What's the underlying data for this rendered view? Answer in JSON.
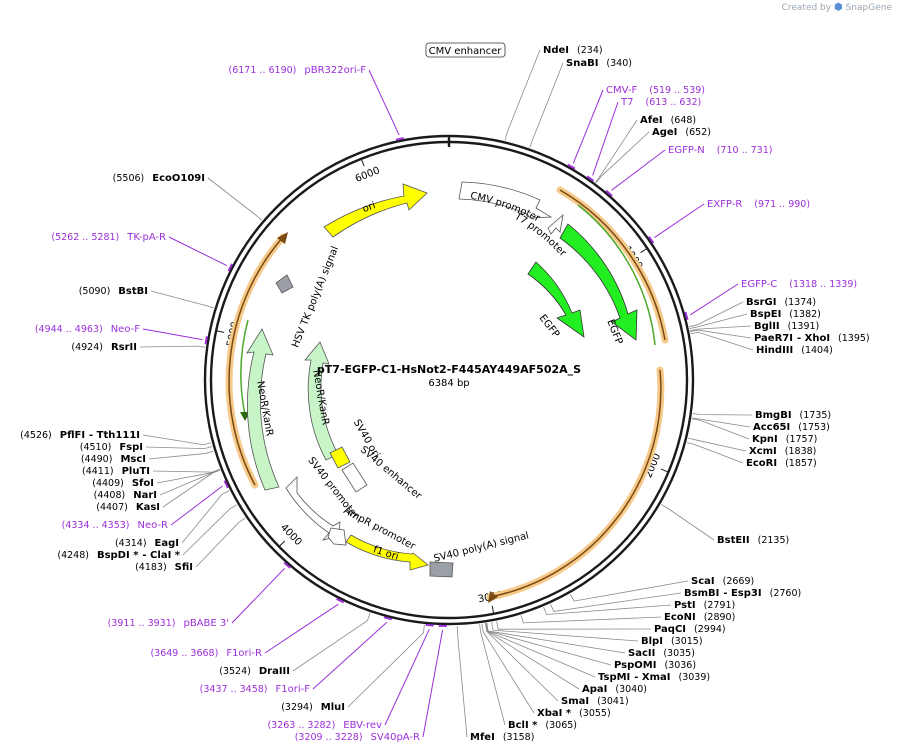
{
  "app": {
    "credit_prefix": "Created by",
    "credit_brand": "SnapGene"
  },
  "plasmid": {
    "name": "pT7-EGFP-C1-HsNot2-F445AY449AF502A_S",
    "size_label": "6384 bp",
    "length": 6384
  },
  "ticks": [
    {
      "bp": 1000,
      "label": "1000"
    },
    {
      "bp": 2000,
      "label": "2000"
    },
    {
      "bp": 3000,
      "label": "3000"
    },
    {
      "bp": 4000,
      "label": "4000"
    },
    {
      "bp": 5000,
      "label": "5000"
    },
    {
      "bp": 6000,
      "label": "6000"
    }
  ],
  "sites": [
    {
      "name": "NdeI",
      "pos": "(234)",
      "bp": 234
    },
    {
      "name": "SnaBI",
      "pos": "(340)",
      "bp": 340
    },
    {
      "name": "AfeI",
      "pos": "(648)",
      "bp": 648
    },
    {
      "name": "AgeI",
      "pos": "(652)",
      "bp": 652
    },
    {
      "name": "BsrGI",
      "pos": "(1374)",
      "bp": 1374
    },
    {
      "name": "BspEI",
      "pos": "(1382)",
      "bp": 1382
    },
    {
      "name": "BglII",
      "pos": "(1391)",
      "bp": 1391
    },
    {
      "name": "PaeR7I",
      "extra": "- XhoI",
      "pos": "(1395)",
      "bp": 1395
    },
    {
      "name": "HindIII",
      "pos": "(1404)",
      "bp": 1404
    },
    {
      "name": "BmgBI",
      "pos": "(1735)",
      "bp": 1735
    },
    {
      "name": "Acc65I",
      "pos": "(1753)",
      "bp": 1753
    },
    {
      "name": "KpnI",
      "pos": "(1757)",
      "bp": 1757
    },
    {
      "name": "XcmI",
      "pos": "(1838)",
      "bp": 1838
    },
    {
      "name": "EcoRI",
      "pos": "(1857)",
      "bp": 1857
    },
    {
      "name": "BstEII",
      "pos": "(2135)",
      "bp": 2135
    },
    {
      "name": "ScaI",
      "pos": "(2669)",
      "bp": 2669
    },
    {
      "name": "BsmBI",
      "extra": "- Esp3I",
      "pos": "(2760)",
      "bp": 2760
    },
    {
      "name": "PstI",
      "pos": "(2791)",
      "bp": 2791
    },
    {
      "name": "EcoNI",
      "pos": "(2890)",
      "bp": 2890
    },
    {
      "name": "PaqCI",
      "pos": "(2994)",
      "bp": 2994
    },
    {
      "name": "BlpI",
      "pos": "(3015)",
      "bp": 3015
    },
    {
      "name": "SacII",
      "pos": "(3035)",
      "bp": 3035
    },
    {
      "name": "PspOMI",
      "pos": "(3036)",
      "bp": 3036
    },
    {
      "name": "TspMI",
      "extra": "- XmaI",
      "pos": "(3039)",
      "bp": 3039
    },
    {
      "name": "ApaI",
      "pos": "(3040)",
      "bp": 3040
    },
    {
      "name": "SmaI",
      "pos": "(3041)",
      "bp": 3041
    },
    {
      "name": "XbaI *",
      "pos": "(3055)",
      "bp": 3055
    },
    {
      "name": "BclI *",
      "pos": "(3065)",
      "bp": 3065
    },
    {
      "name": "MfeI",
      "pos": "(3158)",
      "bp": 3158
    },
    {
      "name": "MluI",
      "pos": "(3294)",
      "bp": 3294
    },
    {
      "name": "DraIII",
      "pos": "(3524)",
      "bp": 3524
    },
    {
      "name": "SfiI",
      "pos": "(4183)",
      "bp": 4183
    },
    {
      "name": "BspDI *",
      "extra": "- ClaI *",
      "pos": "(4248)",
      "bp": 4248
    },
    {
      "name": "EagI",
      "pos": "(4314)",
      "bp": 4314
    },
    {
      "name": "KasI",
      "pos": "(4407)",
      "bp": 4407
    },
    {
      "name": "NarI",
      "pos": "(4408)",
      "bp": 4408
    },
    {
      "name": "SfoI",
      "pos": "(4409)",
      "bp": 4409
    },
    {
      "name": "PluTI",
      "pos": "(4411)",
      "bp": 4411
    },
    {
      "name": "MscI",
      "pos": "(4490)",
      "bp": 4490
    },
    {
      "name": "FspI",
      "pos": "(4510)",
      "bp": 4510
    },
    {
      "name": "PflFI",
      "extra": "- Tth111I",
      "pos": "(4526)",
      "bp": 4526
    },
    {
      "name": "RsrII",
      "pos": "(4924)",
      "bp": 4924
    },
    {
      "name": "BstBI",
      "pos": "(5090)",
      "bp": 5090
    },
    {
      "name": "EcoO109I",
      "pos": "(5506)",
      "bp": 5506
    }
  ],
  "primers": [
    {
      "name": "CMV-F",
      "range": "(519 .. 539)",
      "bp": 529
    },
    {
      "name": "T7",
      "range": "(613 .. 632)",
      "bp": 622
    },
    {
      "name": "EGFP-N",
      "range": "(710 .. 731)",
      "bp": 720
    },
    {
      "name": "EXFP-R",
      "range": "(971 .. 990)",
      "bp": 980
    },
    {
      "name": "EGFP-C",
      "range": "(1318 .. 1339)",
      "bp": 1328
    },
    {
      "name": "SV40pA-R",
      "range": "(3209 .. 3228)",
      "bp": 3218
    },
    {
      "name": "EBV-rev",
      "range": "(3263 .. 3282)",
      "bp": 3272
    },
    {
      "name": "F1ori-F",
      "range": "(3437 .. 3458)",
      "bp": 3447
    },
    {
      "name": "F1ori-R",
      "range": "(3649 .. 3668)",
      "bp": 3658
    },
    {
      "name": "pBABE 3'",
      "range": "(3911 .. 3931)",
      "bp": 3921
    },
    {
      "name": "Neo-R",
      "range": "(4334 .. 4353)",
      "bp": 4343
    },
    {
      "name": "Neo-F",
      "range": "(4944 .. 4963)",
      "bp": 4953
    },
    {
      "name": "TK-pA-R",
      "range": "(5262 .. 5281)",
      "bp": 5271
    },
    {
      "name": "pBR322ori-F",
      "range": "(6171 .. 6190)",
      "bp": 6180
    }
  ],
  "features": [
    {
      "label": "CMV enhancer",
      "boxed": true
    },
    {
      "label": "CMV promoter"
    },
    {
      "label": "T7 promoter"
    },
    {
      "label": "EGFP"
    },
    {
      "label": "EGFP"
    },
    {
      "label": "SV40 poly(A) signal"
    },
    {
      "label": "f1 ori"
    },
    {
      "label": "AmpR promoter"
    },
    {
      "label": "SV40 promoter"
    },
    {
      "label": "SV40 enhancer"
    },
    {
      "label": "SV40 ori"
    },
    {
      "label": "NeoR/KanR"
    },
    {
      "label": "NeoR/KanR"
    },
    {
      "label": "HSV TK poly(A) signal"
    },
    {
      "label": "ori"
    }
  ],
  "colors": {
    "egfp": "#22ee22",
    "neo": "#c8f5c8",
    "ori": "#ffff00",
    "f1ori": "#ffff00",
    "polyA": "#9aa0a6",
    "promoter": "#ffffff",
    "orf_orange": "#f5c98a",
    "orf_green": "#4aa82a",
    "orf_brown": "#7a4a10",
    "primer": "#9b30d9"
  }
}
